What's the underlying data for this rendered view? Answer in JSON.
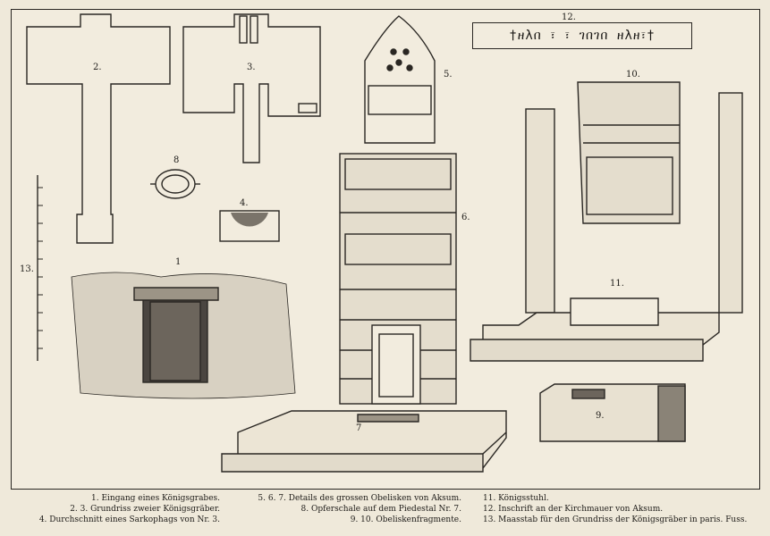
{
  "figure_labels": {
    "f1": "1",
    "f2": "2.",
    "f3": "3.",
    "f4": "4.",
    "f5": "5.",
    "f6": "6.",
    "f7": "7",
    "f8": "8",
    "f9": "9.",
    "f10": "10.",
    "f11": "11.",
    "f12": "12.",
    "f13": "13."
  },
  "inscription": "†ዘλበ ፣ ፣ ገበገበ ዘλዘ፣†",
  "captions": {
    "col1": [
      "1. Eingang eines Königsgrabes.",
      "2. 3. Grundriss zweier Königsgräber.",
      "4. Durchschnitt eines Sarkophags von Nr. 3."
    ],
    "col2": [
      "5. 6. 7. Details des grossen Obelisken von Aksum.",
      "8. Opferschale auf dem Piedestal Nr. 7.",
      "9. 10. Obeliskenfragmente."
    ],
    "col3": [
      "11. Königsstuhl.",
      "12. Inschrift an der Kirchmauer von Aksum.",
      "13. Maasstab für den Grundriss der Königsgräber in paris. Fuss."
    ]
  }
}
